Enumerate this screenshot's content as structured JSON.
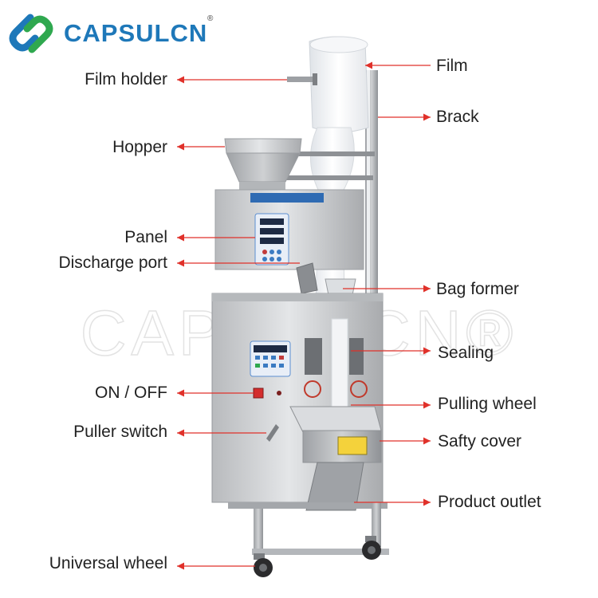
{
  "brand": {
    "name": "CAPSULCN",
    "registered_mark": "®",
    "watermark": "CAPSULCN®",
    "brand_color": "#1e78b9",
    "logo_icon": "chain-link-logo-icon"
  },
  "colors": {
    "arrow": "#e0312a",
    "machine_body": "#c9cbcd",
    "text": "#222222"
  },
  "callouts": {
    "film": "Film",
    "film_holder": "Film holder",
    "brack": "Brack",
    "hopper": "Hopper",
    "panel": "Panel",
    "discharge_port": "Discharge port",
    "bag_former": "Bag former",
    "sealing": "Sealing",
    "on_off": "ON / OFF",
    "pulling_wheel": "Pulling wheel",
    "puller_switch": "Puller switch",
    "safty_cover": "Safty cover",
    "product_outlet": "Product outlet",
    "universal_wheel": "Universal wheel"
  }
}
